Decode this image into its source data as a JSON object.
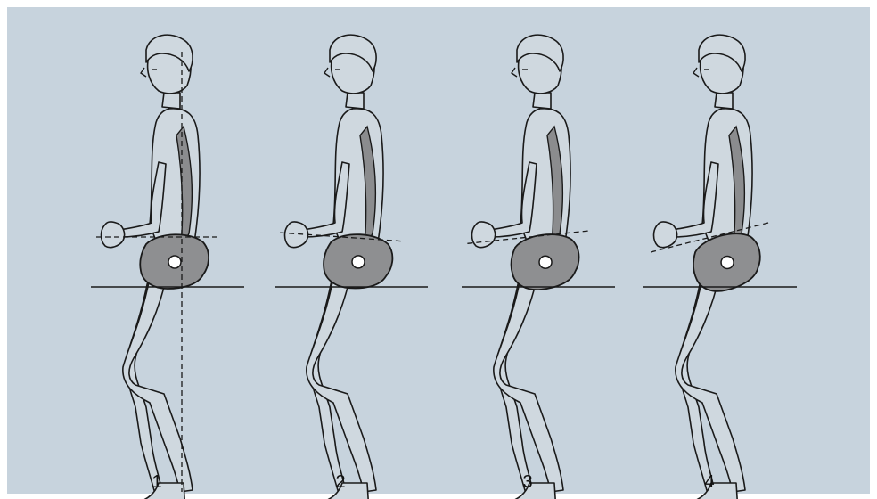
{
  "figures": [
    {
      "label": "1",
      "pelvis_tilt_deg": 0
    },
    {
      "label": "2",
      "pelvis_tilt_deg": 4
    },
    {
      "label": "3",
      "pelvis_tilt_deg": -6
    },
    {
      "label": "4",
      "pelvis_tilt_deg": -14
    }
  ],
  "colors": {
    "background": "#c7d3dd",
    "border": "#ffffff",
    "ink": "#1a1a1a",
    "bone_fill": "#8e8f91",
    "spine_fill": "#8b8c8e",
    "body_fill": "#cfd8df"
  }
}
